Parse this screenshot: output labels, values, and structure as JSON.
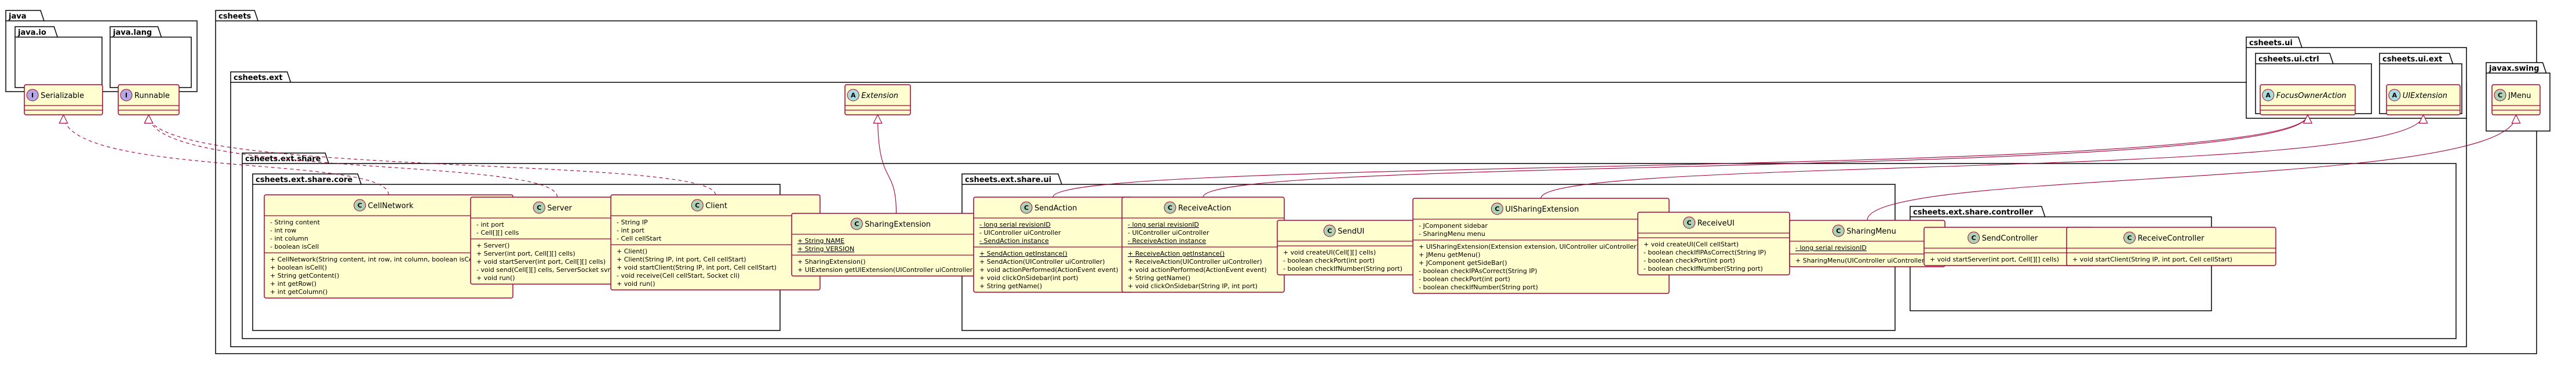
{
  "colors": {
    "class_fill": "#FEFECE",
    "class_border": "#A80036",
    "package_fill": "#FFFFFF",
    "package_border": "#000000",
    "class_marker": "#ADD1B2",
    "interface_marker": "#B4A7E5",
    "abstract_marker": "#A9DCDF",
    "relation": "#A80036"
  },
  "packages": {
    "java": "java",
    "java_io": "java.io",
    "java_lang": "java.lang",
    "csheets": "csheets",
    "csheets_ext": "csheets.ext",
    "csheets_ext_share": "csheets.ext.share",
    "csheets_ext_share_core": "csheets.ext.share.core",
    "csheets_ext_share_ui": "csheets.ext.share.ui",
    "csheets_ext_share_controller": "csheets.ext.share.controller",
    "csheets_ui": "csheets.ui",
    "csheets_ui_ctrl": "csheets.ui.ctrl",
    "csheets_ui_ext": "csheets.ui.ext",
    "javax_swing": "javax.swing"
  },
  "classes": [
    {
      "id": "serializable",
      "kind": "I",
      "name": "Serializable",
      "fields": [],
      "methods": []
    },
    {
      "id": "runnable",
      "kind": "I",
      "name": "Runnable",
      "fields": [],
      "methods": []
    },
    {
      "id": "extension",
      "kind": "A",
      "name": "Extension",
      "fields": [],
      "methods": []
    },
    {
      "id": "focusowneraction",
      "kind": "A",
      "name": "FocusOwnerAction",
      "fields": [],
      "methods": []
    },
    {
      "id": "uiextension",
      "kind": "A",
      "name": "UIExtension",
      "fields": [],
      "methods": []
    },
    {
      "id": "jmenu",
      "kind": "C",
      "name": "JMenu",
      "fields": [],
      "methods": []
    },
    {
      "id": "cellnetwork",
      "kind": "C",
      "name": "CellNetwork",
      "fields": [
        {
          "v": "-",
          "t": "String content",
          "s": false
        },
        {
          "v": "-",
          "t": "int row",
          "s": false
        },
        {
          "v": "-",
          "t": "int column",
          "s": false
        },
        {
          "v": "-",
          "t": "boolean isCell",
          "s": false
        }
      ],
      "methods": [
        {
          "v": "+",
          "t": "CellNetwork(String content, int row, int column, boolean isCell)",
          "s": false
        },
        {
          "v": "+",
          "t": "boolean isCell()",
          "s": false
        },
        {
          "v": "+",
          "t": "String getContent()",
          "s": false
        },
        {
          "v": "+",
          "t": "int getRow()",
          "s": false
        },
        {
          "v": "+",
          "t": "int getColumn()",
          "s": false
        }
      ]
    },
    {
      "id": "server",
      "kind": "C",
      "name": "Server",
      "fields": [
        {
          "v": "-",
          "t": "int port",
          "s": false
        },
        {
          "v": "-",
          "t": "Cell[][] cells",
          "s": false
        }
      ],
      "methods": [
        {
          "v": "+",
          "t": "Server()",
          "s": false
        },
        {
          "v": "+",
          "t": "Server(int port, Cell[][] cells)",
          "s": false
        },
        {
          "v": "+",
          "t": "void startServer(int port, Cell[][] cells)",
          "s": false
        },
        {
          "v": "-",
          "t": "void send(Cell[][] cells, ServerSocket svr)",
          "s": false
        },
        {
          "v": "+",
          "t": "void run()",
          "s": false
        }
      ]
    },
    {
      "id": "client",
      "kind": "C",
      "name": "Client",
      "fields": [
        {
          "v": "-",
          "t": "String IP",
          "s": false
        },
        {
          "v": "-",
          "t": "int port",
          "s": false
        },
        {
          "v": "-",
          "t": "Cell cellStart",
          "s": false
        }
      ],
      "methods": [
        {
          "v": "+",
          "t": "Client()",
          "s": false
        },
        {
          "v": "+",
          "t": "Client(String IP, int port, Cell cellStart)",
          "s": false
        },
        {
          "v": "+",
          "t": "void startClient(String IP, int port, Cell cellStart)",
          "s": false
        },
        {
          "v": "-",
          "t": "void receive(Cell cellStart, Socket cli)",
          "s": false
        },
        {
          "v": "+",
          "t": "void run()",
          "s": false
        }
      ]
    },
    {
      "id": "sharingextension",
      "kind": "C",
      "name": "SharingExtension",
      "fields": [
        {
          "v": "+",
          "t": "String NAME",
          "s": true
        },
        {
          "v": "+",
          "t": "String VERSION",
          "s": true
        }
      ],
      "methods": [
        {
          "v": "+",
          "t": "SharingExtension()",
          "s": false
        },
        {
          "v": "+",
          "t": "UIExtension getUIExtension(UIController uiController)",
          "s": false
        }
      ]
    },
    {
      "id": "sendaction",
      "kind": "C",
      "name": "SendAction",
      "fields": [
        {
          "v": "-",
          "t": "long serial revisionID",
          "s": true
        },
        {
          "v": "-",
          "t": "UIController uiController",
          "s": false
        },
        {
          "v": "-",
          "t": "SendAction instance",
          "s": true
        }
      ],
      "methods": [
        {
          "v": "+",
          "t": "SendAction getInstance()",
          "s": true
        },
        {
          "v": "+",
          "t": "SendAction(UIController uiController)",
          "s": false
        },
        {
          "v": "+",
          "t": "void actionPerformed(ActionEvent event)",
          "s": false
        },
        {
          "v": "+",
          "t": "void clickOnSidebar(int port)",
          "s": false
        },
        {
          "v": "+",
          "t": "String getName()",
          "s": false
        }
      ]
    },
    {
      "id": "receiveaction",
      "kind": "C",
      "name": "ReceiveAction",
      "fields": [
        {
          "v": "-",
          "t": "long serial revisionID",
          "s": true
        },
        {
          "v": "-",
          "t": "UIController uiController",
          "s": false
        },
        {
          "v": "-",
          "t": "ReceiveAction instance",
          "s": true
        }
      ],
      "methods": [
        {
          "v": "+",
          "t": "ReceiveAction getInstance()",
          "s": true
        },
        {
          "v": "+",
          "t": "ReceiveAction(UIController uiController)",
          "s": false
        },
        {
          "v": "+",
          "t": "void actionPerformed(ActionEvent event)",
          "s": false
        },
        {
          "v": "+",
          "t": "String getName()",
          "s": false
        },
        {
          "v": "+",
          "t": "void clickOnSidebar(String IP, int port)",
          "s": false
        }
      ]
    },
    {
      "id": "sendui",
      "kind": "C",
      "name": "SendUI",
      "fields": [],
      "methods": [
        {
          "v": "+",
          "t": "void createUI(Cell[][] cells)",
          "s": false
        },
        {
          "v": "-",
          "t": "boolean checkPort(int port)",
          "s": false
        },
        {
          "v": "-",
          "t": "boolean checkIfNumber(String port)",
          "s": false
        }
      ]
    },
    {
      "id": "uisharingextension",
      "kind": "C",
      "name": "UISharingExtension",
      "fields": [
        {
          "v": "-",
          "t": "JComponent sidebar",
          "s": false
        },
        {
          "v": "-",
          "t": "SharingMenu menu",
          "s": false
        }
      ],
      "methods": [
        {
          "v": "+",
          "t": "UISharingExtension(Extension extension, UIController uiController)",
          "s": false
        },
        {
          "v": "+",
          "t": "JMenu getMenu()",
          "s": false
        },
        {
          "v": "+",
          "t": "JComponent getSideBar()",
          "s": false
        },
        {
          "v": "-",
          "t": "boolean checkIPAsCorrect(String IP)",
          "s": false
        },
        {
          "v": "-",
          "t": "boolean checkPort(int port)",
          "s": false
        },
        {
          "v": "-",
          "t": "boolean checkIfNumber(String port)",
          "s": false
        }
      ]
    },
    {
      "id": "receiveui",
      "kind": "C",
      "name": "ReceiveUI",
      "fields": [],
      "methods": [
        {
          "v": "+",
          "t": "void createUI(Cell cellStart)",
          "s": false
        },
        {
          "v": "-",
          "t": "boolean checkIfIPAsCorrect(String IP)",
          "s": false
        },
        {
          "v": "-",
          "t": "boolean checkPort(int port)",
          "s": false
        },
        {
          "v": "-",
          "t": "boolean checkIfNumber(String port)",
          "s": false
        }
      ]
    },
    {
      "id": "sharingmenu",
      "kind": "C",
      "name": "SharingMenu",
      "fields": [
        {
          "v": "-",
          "t": "long serial revisionID",
          "s": true
        }
      ],
      "methods": [
        {
          "v": "+",
          "t": "SharingMenu(UIController uiController)",
          "s": false
        }
      ]
    },
    {
      "id": "sendcontroller",
      "kind": "C",
      "name": "SendController",
      "fields": [],
      "methods": [
        {
          "v": "+",
          "t": "void startServer(int port, Cell[][] cells)",
          "s": false
        }
      ]
    },
    {
      "id": "receivecontroller",
      "kind": "C",
      "name": "ReceiveController",
      "fields": [],
      "methods": [
        {
          "v": "+",
          "t": "void startClient(String IP, int port, Cell cellStart)",
          "s": false
        }
      ]
    }
  ],
  "relations": [
    {
      "from": "cellnetwork",
      "to": "serializable",
      "type": "realization"
    },
    {
      "from": "server",
      "to": "runnable",
      "type": "realization"
    },
    {
      "from": "client",
      "to": "runnable",
      "type": "realization"
    },
    {
      "from": "sharingextension",
      "to": "extension",
      "type": "generalization"
    },
    {
      "from": "sendaction",
      "to": "focusowneraction",
      "type": "generalization"
    },
    {
      "from": "receiveaction",
      "to": "focusowneraction",
      "type": "generalization"
    },
    {
      "from": "uisharingextension",
      "to": "uiextension",
      "type": "generalization"
    },
    {
      "from": "sharingmenu",
      "to": "jmenu",
      "type": "generalization"
    }
  ]
}
